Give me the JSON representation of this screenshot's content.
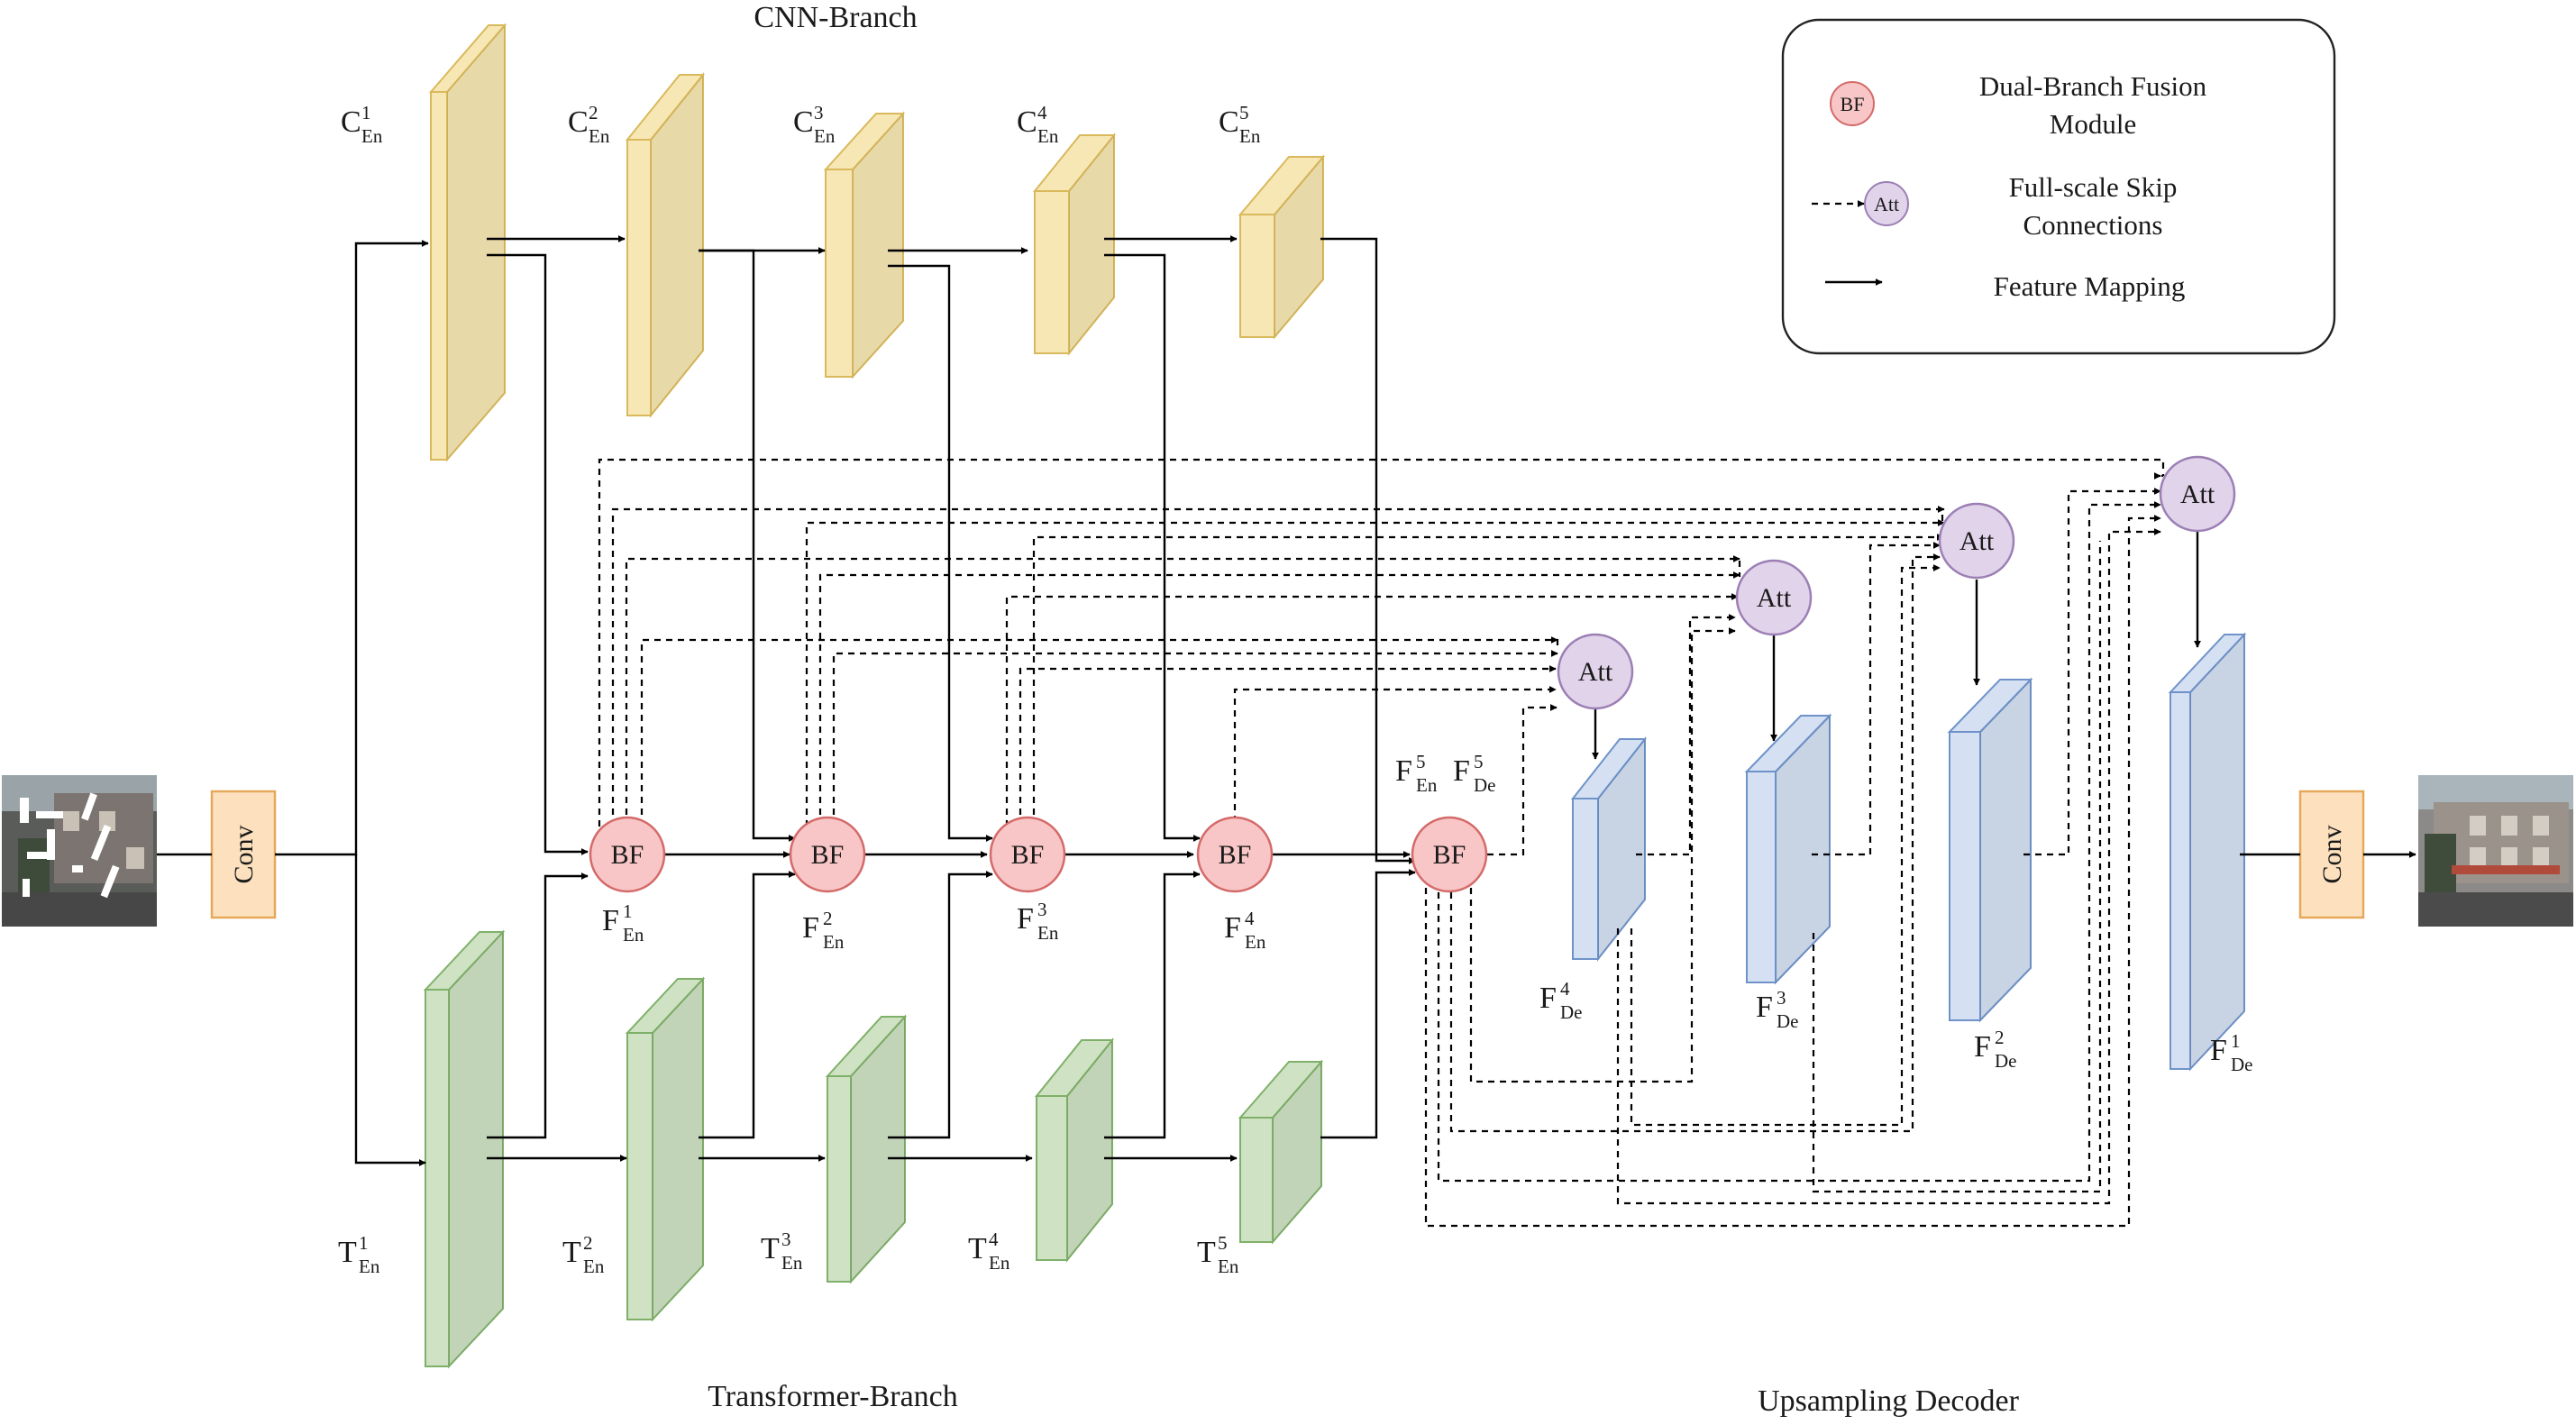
{
  "titles": {
    "cnn_branch": "CNN-Branch",
    "transformer_branch": "Transformer-Branch",
    "decoder": "Upsampling Decoder"
  },
  "cnn_labels": [
    {
      "main": "C",
      "sup": "1",
      "sub": "En"
    },
    {
      "main": "C",
      "sup": "2",
      "sub": "En"
    },
    {
      "main": "C",
      "sup": "3",
      "sub": "En"
    },
    {
      "main": "C",
      "sup": "4",
      "sub": "En"
    },
    {
      "main": "C",
      "sup": "5",
      "sub": "En"
    }
  ],
  "transformer_labels": [
    {
      "main": "T",
      "sup": "1",
      "sub": "En"
    },
    {
      "main": "T",
      "sup": "2",
      "sub": "En"
    },
    {
      "main": "T",
      "sup": "3",
      "sub": "En"
    },
    {
      "main": "T",
      "sup": "4",
      "sub": "En"
    },
    {
      "main": "T",
      "sup": "5",
      "sub": "En"
    }
  ],
  "fusion_labels": [
    {
      "main": "F",
      "sup": "1",
      "sub": "En"
    },
    {
      "main": "F",
      "sup": "2",
      "sub": "En"
    },
    {
      "main": "F",
      "sup": "3",
      "sub": "En"
    },
    {
      "main": "F",
      "sup": "4",
      "sub": "En"
    }
  ],
  "fusion5_labels": [
    {
      "main": "F",
      "sup": "5",
      "sub": "En"
    },
    {
      "main": "F",
      "sup": "5",
      "sub": "De"
    }
  ],
  "decoder_labels": [
    {
      "main": "F",
      "sup": "4",
      "sub": "De"
    },
    {
      "main": "F",
      "sup": "3",
      "sub": "De"
    },
    {
      "main": "F",
      "sup": "2",
      "sub": "De"
    },
    {
      "main": "F",
      "sup": "1",
      "sub": "De"
    }
  ],
  "nodes": {
    "bf": "BF",
    "att": "Att",
    "conv": "Conv"
  },
  "legend": {
    "bf_label_line1": "Dual-Branch Fusion",
    "bf_label_line2": "Module",
    "att_label_line1": "Full-scale Skip",
    "att_label_line2": "Connections",
    "arrow_label": "Feature Mapping"
  },
  "colors": {
    "cnn_fill": "#f7e7b4",
    "cnn_stroke": "#d9b95c",
    "transformer_fill": "#cfe2c4",
    "transformer_stroke": "#7fb069",
    "decoder_fill": "#d5e1f3",
    "decoder_stroke": "#6f93c9",
    "bf_fill": "#f8c6c6",
    "bf_stroke": "#d46a6a",
    "att_fill": "#e1d3ea",
    "att_stroke": "#9c7fb5",
    "conv_fill": "#fde1bf",
    "conv_stroke": "#e6a95b"
  },
  "images": {
    "input": "masked-street-photo",
    "output": "restored-street-photo"
  }
}
